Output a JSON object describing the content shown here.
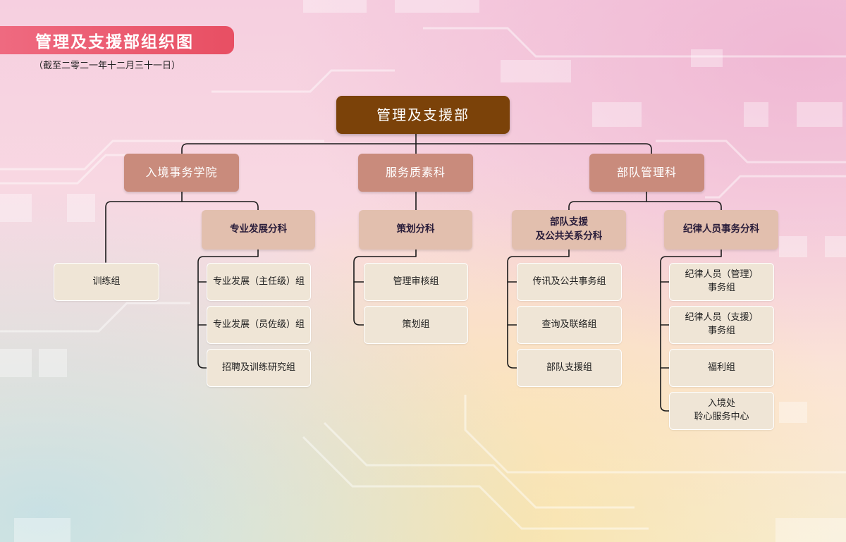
{
  "header": {
    "title": "管理及支援部组织图",
    "subtitle": "（截至二零二一年十二月三十一日）"
  },
  "root": {
    "label": "管理及支援部"
  },
  "divisions": [
    {
      "label": "入境事务学院",
      "direct_units": [
        "训练组"
      ],
      "subdivisions": [
        {
          "label": "专业发展分科",
          "units": [
            "专业发展（主任级）组",
            "专业发展（员佐级）组",
            "招聘及训练研究组"
          ]
        }
      ]
    },
    {
      "label": "服务质素科",
      "subdivisions": [
        {
          "label": "策划分科",
          "units": [
            "管理审核组",
            "策划组"
          ]
        }
      ]
    },
    {
      "label": "部队管理科",
      "subdivisions": [
        {
          "label": "部队支援\n及公共关系分科",
          "units": [
            "传讯及公共事务组",
            "查询及联络组",
            "部队支援组"
          ]
        },
        {
          "label": "纪律人员事务分科",
          "units": [
            "纪律人员（管理）\n事务组",
            "纪律人员（支援）\n事务组",
            "福利组",
            "入境处\n聆心服务中心"
          ]
        }
      ]
    }
  ],
  "colors": {
    "title_bar": "#e84f63",
    "root": "#7b4209",
    "division": "#c98b7c",
    "subdivision": "#e2bfae",
    "unit": "#efe5d6",
    "connector": "#1a1a1a"
  }
}
